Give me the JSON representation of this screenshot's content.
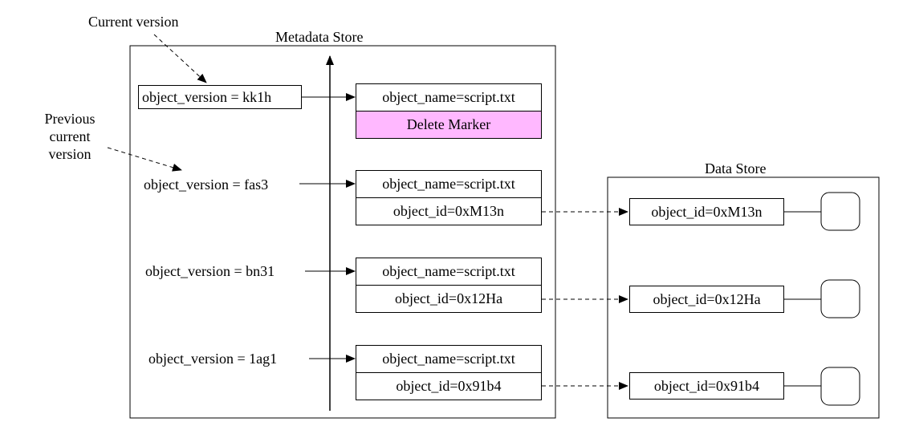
{
  "annotations": {
    "current_version": "Current version",
    "previous_current_version": [
      "Previous",
      "current",
      "version"
    ]
  },
  "metadata_store": {
    "title": "Metadata Store",
    "current": {
      "version_label": "object_version = kk1h",
      "object_name": "object_name=script.txt",
      "delete_marker": "Delete Marker"
    },
    "versions": [
      {
        "version_label": "object_version = fas3",
        "object_name": "object_name=script.txt",
        "object_id": "object_id=0xM13n"
      },
      {
        "version_label": "object_version = bn31",
        "object_name": "object_name=script.txt",
        "object_id": "object_id=0x12Ha"
      },
      {
        "version_label": "object_version = 1ag1",
        "object_name": "object_name=script.txt",
        "object_id": "object_id=0x91b4"
      }
    ]
  },
  "data_store": {
    "title": "Data Store",
    "objects": [
      {
        "object_id": "object_id=0xM13n"
      },
      {
        "object_id": "object_id=0x12Ha"
      },
      {
        "object_id": "object_id=0x91b4"
      }
    ]
  },
  "colors": {
    "delete_marker_fill": "#ffb8ff",
    "stroke": "#000000"
  }
}
